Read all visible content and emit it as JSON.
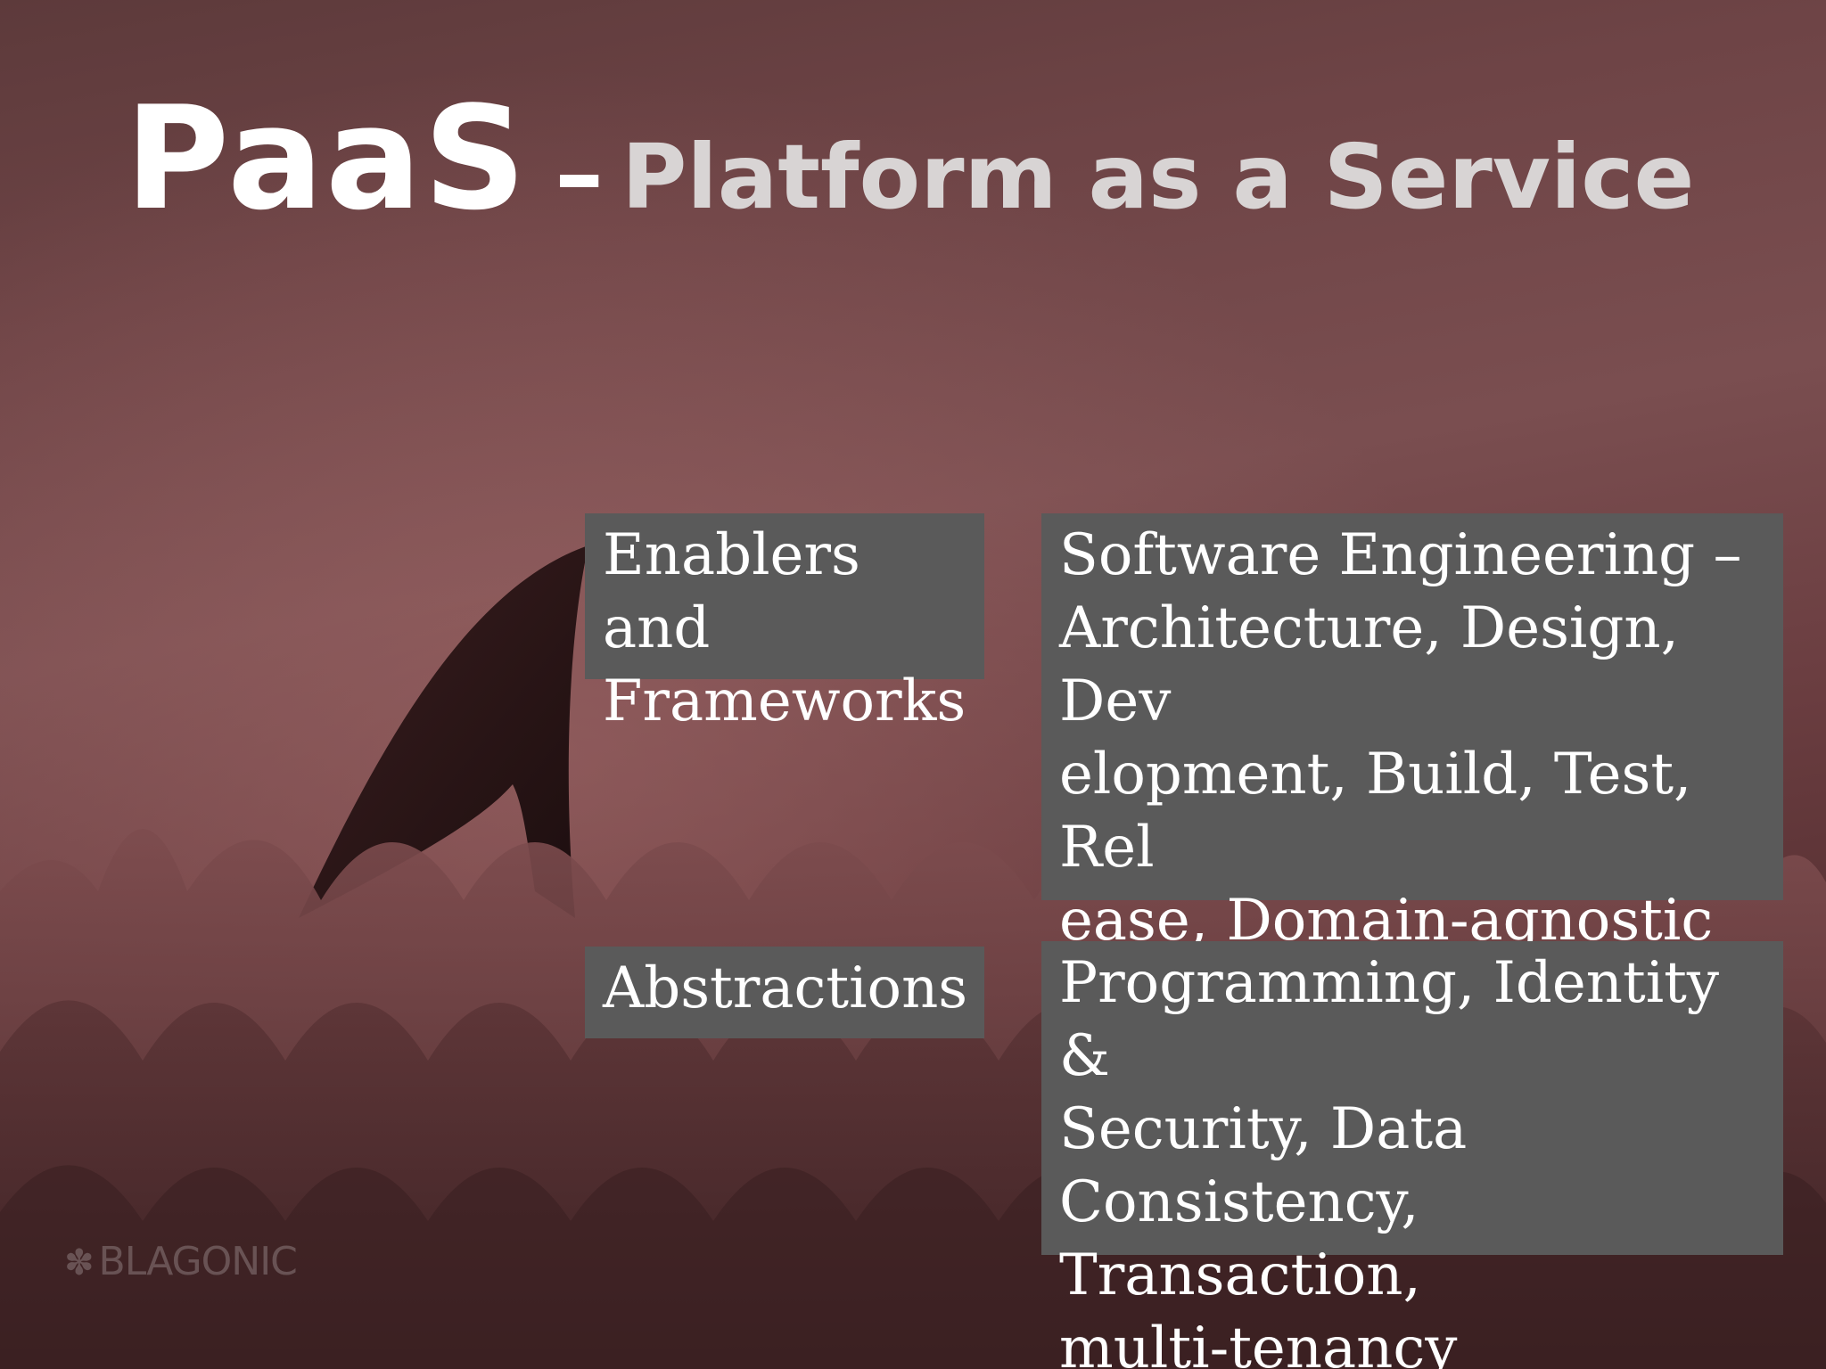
{
  "slide": {
    "title_main": "PaaS",
    "title_dash": "–",
    "title_sub": "Platform as a Service",
    "watermark_icon": "flower-logo-icon",
    "watermark_text": "BLAGONIC"
  },
  "rows": [
    {
      "label": "Enablers and\nFrameworks",
      "description": "Software Engineering –\nArchitecture, Design, Dev\nelopment, Build, Test, Rel\nease, Domain-agnostic\nplatforms."
    },
    {
      "label": "Abstractions",
      "description": "Programming, Identity &\nSecurity, Data\nConsistency, Transaction,\n multi-tenancy"
    }
  ],
  "colors": {
    "box_background": "#5a5a5a",
    "title_main": "#ffffff",
    "title_sub": "#d8d4d4",
    "background": "#6e4446"
  }
}
